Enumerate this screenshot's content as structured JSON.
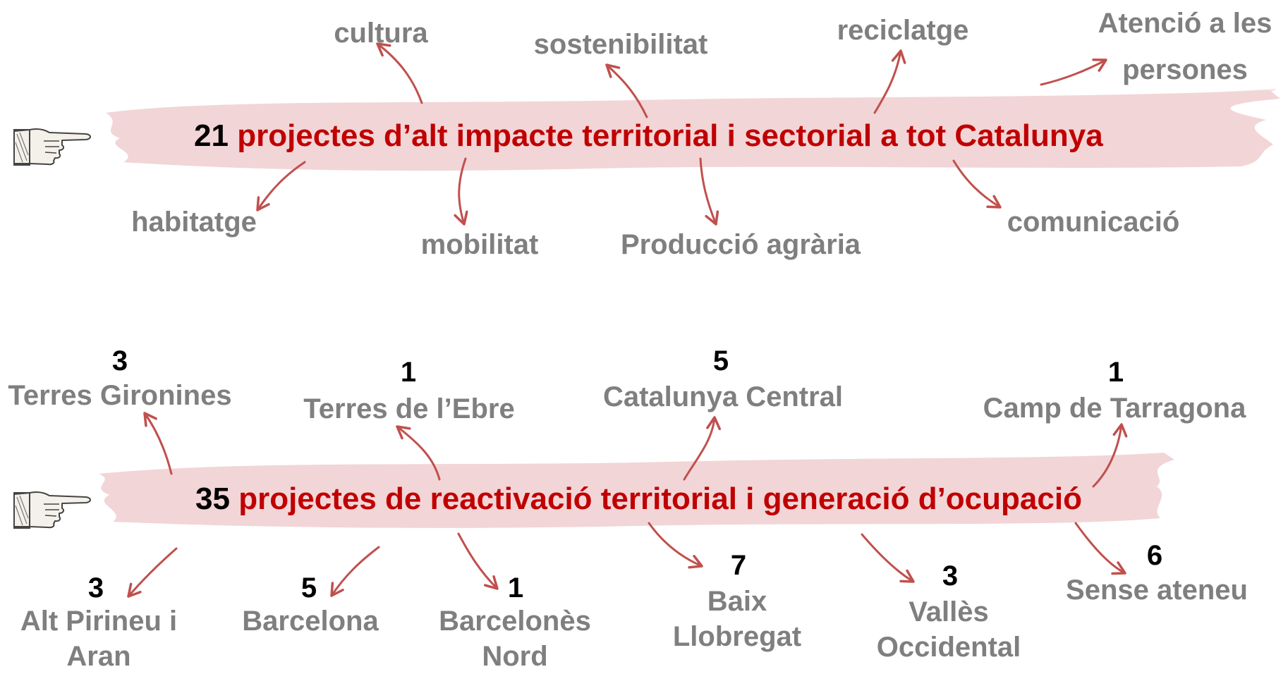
{
  "colors": {
    "accent": "#c00000",
    "brush": "#f2d5d7",
    "arrow": "#c0504d",
    "label": "#7f7f7f",
    "count": "#000000"
  },
  "icons": {
    "pointer": "pointing-hand-icon"
  },
  "section1": {
    "count": "21",
    "title": "projectes d’alt impacte territorial i sectorial a tot Catalunya",
    "topics": {
      "cultura": "cultura",
      "sostenibilitat": "sostenibilitat",
      "reciclatge": "reciclatge",
      "atencio": "Atenció a les persones",
      "habitatge": "habitatge",
      "mobilitat": "mobilitat",
      "produccio": "Producció agrària",
      "comunicacio": "comunicació"
    }
  },
  "section2": {
    "count": "35",
    "title": "projectes de reactivació territorial i generació d’ocupació",
    "regions": {
      "gironines": {
        "name": "Terres Gironines",
        "count": "3"
      },
      "ebre": {
        "name": "Terres de l’Ebre",
        "count": "1"
      },
      "central": {
        "name": "Catalunya Central",
        "count": "5"
      },
      "tarragona": {
        "name": "Camp de Tarragona",
        "count": "1"
      },
      "pirineu": {
        "name": "Alt Pirineu i Aran",
        "count": "3"
      },
      "barcelona": {
        "name": "Barcelona",
        "count": "5"
      },
      "barcelones": {
        "name": "Barcelonès Nord",
        "count": "1"
      },
      "baix": {
        "name": "Baix Llobregat",
        "count": "7"
      },
      "valles": {
        "name": "Vallès Occidental",
        "count": "3"
      },
      "sense": {
        "name": "Sense ateneu",
        "count": "6"
      }
    }
  }
}
